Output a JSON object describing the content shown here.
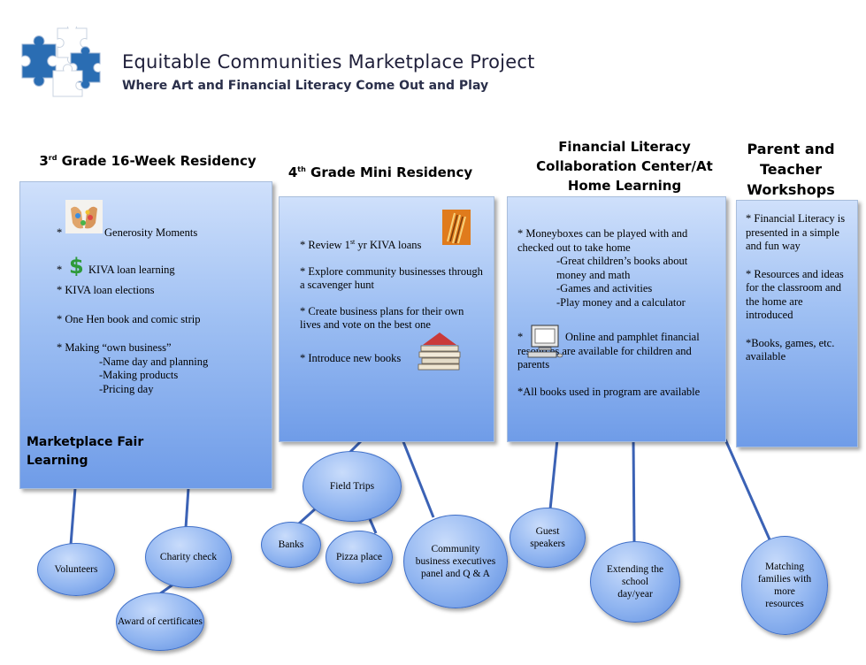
{
  "header": {
    "title": "Equitable Communities Marketplace Project",
    "subtitle": "Where Art and Financial Literacy Come Out and Play"
  },
  "columns": {
    "c1": {
      "heading_pre": "3",
      "heading_sup": "rd",
      "heading_post": " Grade 16-Week Residency",
      "items": {
        "i1": "Generosity Moments",
        "i2": "KIVA loan learning",
        "i3": "* KIVA loan elections",
        "i4": "* One Hen book and comic strip",
        "i5": "* Making “own business”",
        "i5a": "-Name day and planning",
        "i5b": "-Making products",
        "i5c": "-Pricing day"
      },
      "footer": "Marketplace Fair Learning"
    },
    "c2": {
      "heading_pre": "4",
      "heading_sup": "th",
      "heading_post": " Grade Mini Residency",
      "items": {
        "i1_pre": "* Review 1",
        "i1_sup": "st",
        "i1_post": " yr KIVA loans",
        "i2": "* Explore community businesses through a scavenger hunt",
        "i3": "* Create business plans for their own lives and vote on the best one",
        "i4": "* Introduce new books"
      }
    },
    "c3": {
      "heading": "Financial Literacy Collaboration Center/At Home Learning",
      "items": {
        "i1": "* Moneyboxes can be played with and checked out to take home",
        "i1a": "-Great children’s books about money and math",
        "i1b": "-Games and activities",
        "i1c": "-Play money and a calculator",
        "i2": "Online and pamphlet financial resources are available for children and parents",
        "i3": "*All books used in program are available"
      }
    },
    "c4": {
      "heading": "Parent and Teacher Workshops",
      "items": {
        "i1": "* Financial Literacy is presented in a simple and fun way",
        "i2": "* Resources and ideas for the classroom and the home are introduced",
        "i3": "*Books, games, etc. available"
      }
    }
  },
  "bubbles": {
    "volunteers": "Volunteers",
    "charity_check": "Charity check",
    "award": "Award of certificates",
    "field_trips": "Field Trips",
    "banks": "Banks",
    "pizza_place": "Pizza place",
    "community": "Community business executives panel and Q & A",
    "guest": "Guest speakers",
    "extending": "Extending the school day/year",
    "matching": "Matching families with more resources"
  },
  "icons": {
    "logo": "puzzle-pieces-logo",
    "hands": "painted-hands-icon",
    "dollar": "dollar-sign-icon",
    "pencils": "pencils-icon",
    "books": "book-stack-icon",
    "computer": "computer-icon"
  },
  "colors": {
    "box_top": "#cfe0fb",
    "box_bottom": "#6f9ce8",
    "puzzle_blue": "#2a6db3",
    "dollar_green": "#2e9a3a"
  }
}
